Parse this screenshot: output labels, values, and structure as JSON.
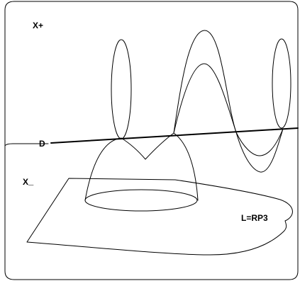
{
  "labels": {
    "x_plus": "X+",
    "x_minus": "X",
    "x_minus_subscript": "_",
    "line_d": "D",
    "curve_l": "L=RP3"
  },
  "colors": {
    "stroke": "#000000",
    "background": "#ffffff"
  }
}
